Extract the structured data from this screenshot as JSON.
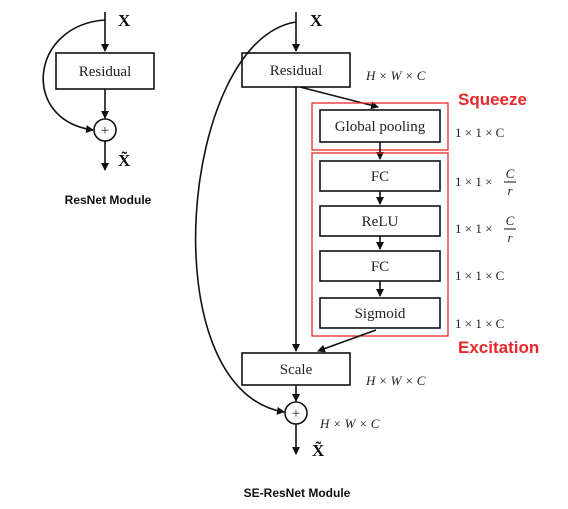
{
  "resnet": {
    "input": "X",
    "residual": "Residual",
    "sum_symbol": "+",
    "output": "X̃",
    "caption": "ResNet Module"
  },
  "se": {
    "input": "X",
    "residual": "Residual",
    "residual_dim": "H × W × C",
    "squeeze_label": "Squeeze",
    "global_pooling": "Global pooling",
    "pool_dim": "1 × 1 × C",
    "fc1": "FC",
    "fc1_dim_prefix": "1 × 1 ×",
    "fc1_dim_num": "C",
    "fc1_dim_den": "r",
    "relu": "ReLU",
    "relu_dim_prefix": "1 × 1 ×",
    "relu_dim_num": "C",
    "relu_dim_den": "r",
    "fc2": "FC",
    "fc2_dim": "1 × 1 × C",
    "sigmoid": "Sigmoid",
    "sigmoid_dim": "1 × 1 × C",
    "excitation_label": "Excitation",
    "scale": "Scale",
    "scale_dim": "H × W × C",
    "sum_symbol": "+",
    "sum_dim": "H × W × C",
    "output": "X̃",
    "caption": "SE-ResNet Module"
  },
  "colors": {
    "accent_red": "#e8282b",
    "line": "#111111"
  }
}
